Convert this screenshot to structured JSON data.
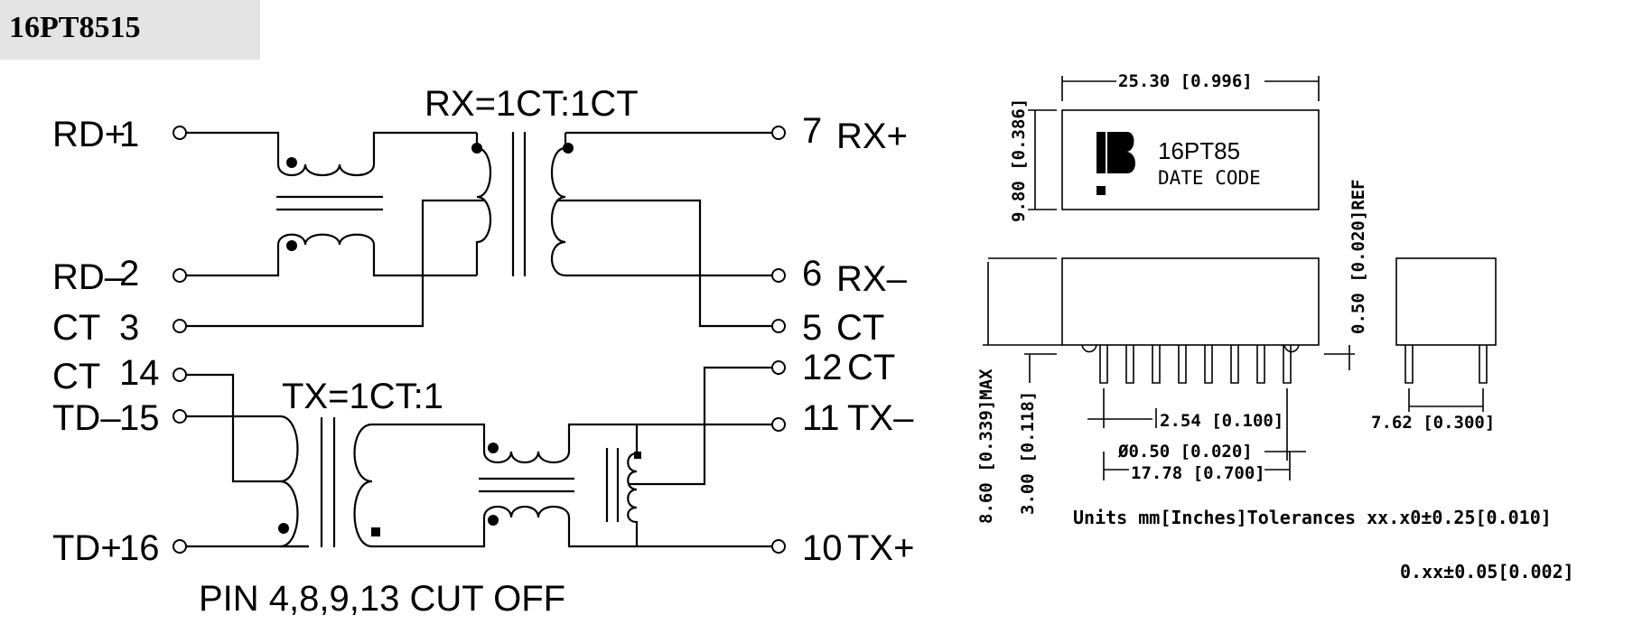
{
  "title": "16PT8515",
  "schematic": {
    "rx_label": "RX=1CT:1CT",
    "tx_label": "TX=1CT:1",
    "note": "PIN 4,8,9,13 CUT OFF",
    "pins_left": [
      {
        "name": "RD+",
        "num": "1"
      },
      {
        "name": "RD–",
        "num": "2"
      },
      {
        "name": "CT",
        "num": "3"
      },
      {
        "name": "CT",
        "num": "14"
      },
      {
        "name": "TD–",
        "num": "15"
      },
      {
        "name": "TD+",
        "num": "16"
      }
    ],
    "pins_right": [
      {
        "num": "7",
        "name": "RX+"
      },
      {
        "num": "6",
        "name": "RX–"
      },
      {
        "num": "5",
        "name": "CT"
      },
      {
        "num": "12",
        "name": "CT"
      },
      {
        "num": "11",
        "name": "TX–"
      },
      {
        "num": "10",
        "name": "TX+"
      }
    ]
  },
  "mechanical": {
    "body_marking": "16PT85",
    "date_code": "DATE CODE",
    "dim_length": "25.30 [0.996]",
    "dim_width": "9.80 [0.386]",
    "dim_ref": "0.50 [0.020]REF",
    "dim_height_max": "8.60 [0.339]MAX",
    "dim_pin_len": "3.00 [0.118]",
    "dim_pitch": "2.54 [0.100]",
    "dim_pin_dia": "Ø0.50 [0.020]",
    "dim_span": "17.78 [0.700]",
    "dim_row": "7.62 [0.300]",
    "units_line": "Units mm[Inches]Tolerances xx.x0±0.25[0.010]",
    "tol_line": "0.xx±0.05[0.002]"
  }
}
